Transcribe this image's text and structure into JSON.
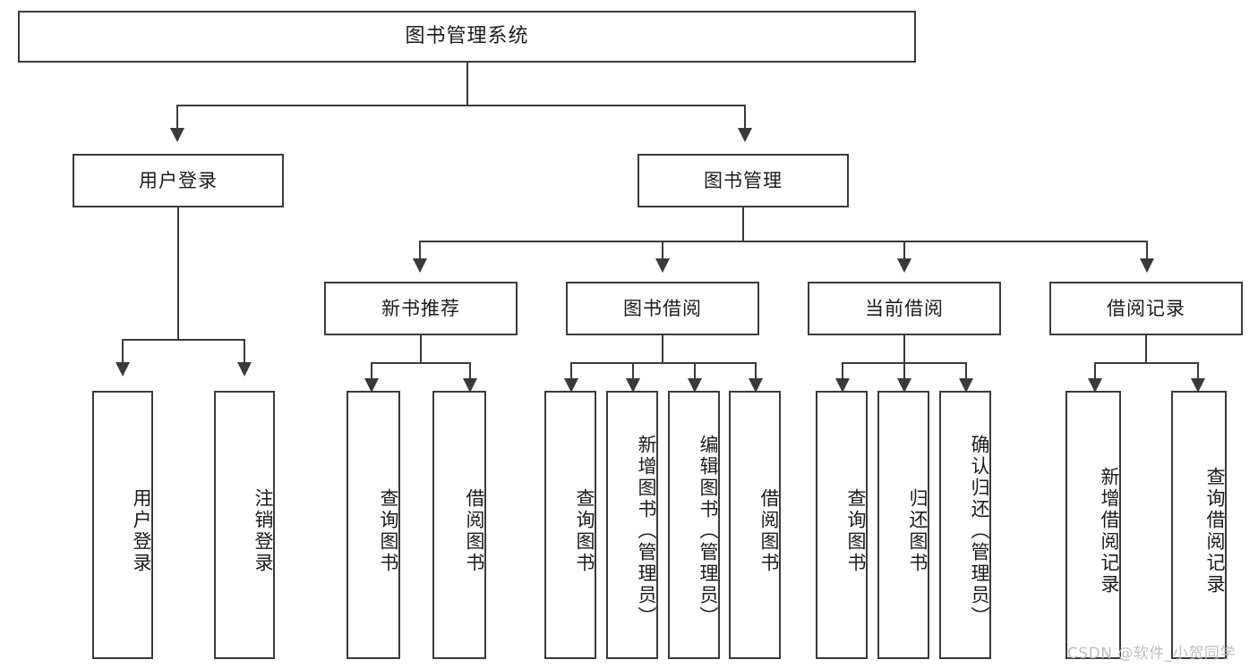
{
  "diagram": {
    "title": "图书管理系统",
    "type": "tree",
    "root": {
      "label": "图书管理系统"
    },
    "level2": [
      {
        "label": "用户登录"
      },
      {
        "label": "图书管理"
      }
    ],
    "level3": [
      {
        "label": "新书推荐"
      },
      {
        "label": "图书借阅"
      },
      {
        "label": "当前借阅"
      },
      {
        "label": "借阅记录"
      }
    ],
    "leaves": {
      "user_login": [
        {
          "label": "用户登录"
        },
        {
          "label": "注销登录"
        }
      ],
      "new_book_recommend": [
        {
          "label": "查询图书"
        },
        {
          "label": "借阅图书"
        }
      ],
      "book_borrow": [
        {
          "label": "查询图书"
        },
        {
          "label": "新增图书（管理员）"
        },
        {
          "label": "编辑图书（管理员）"
        },
        {
          "label": "借阅图书"
        }
      ],
      "current_borrow": [
        {
          "label": "查询图书"
        },
        {
          "label": "归还图书"
        },
        {
          "label": "确认归还（管理员）"
        }
      ],
      "borrow_record": [
        {
          "label": "新增借阅记录"
        },
        {
          "label": "查询借阅记录"
        }
      ]
    }
  },
  "watermark": {
    "text": "CSDN @软件_小贺同学"
  },
  "colors": {
    "stroke": "#3a3a3a",
    "fill": "#ffffff",
    "text": "#1b1b1b",
    "watermark": "#bfbfbf"
  }
}
